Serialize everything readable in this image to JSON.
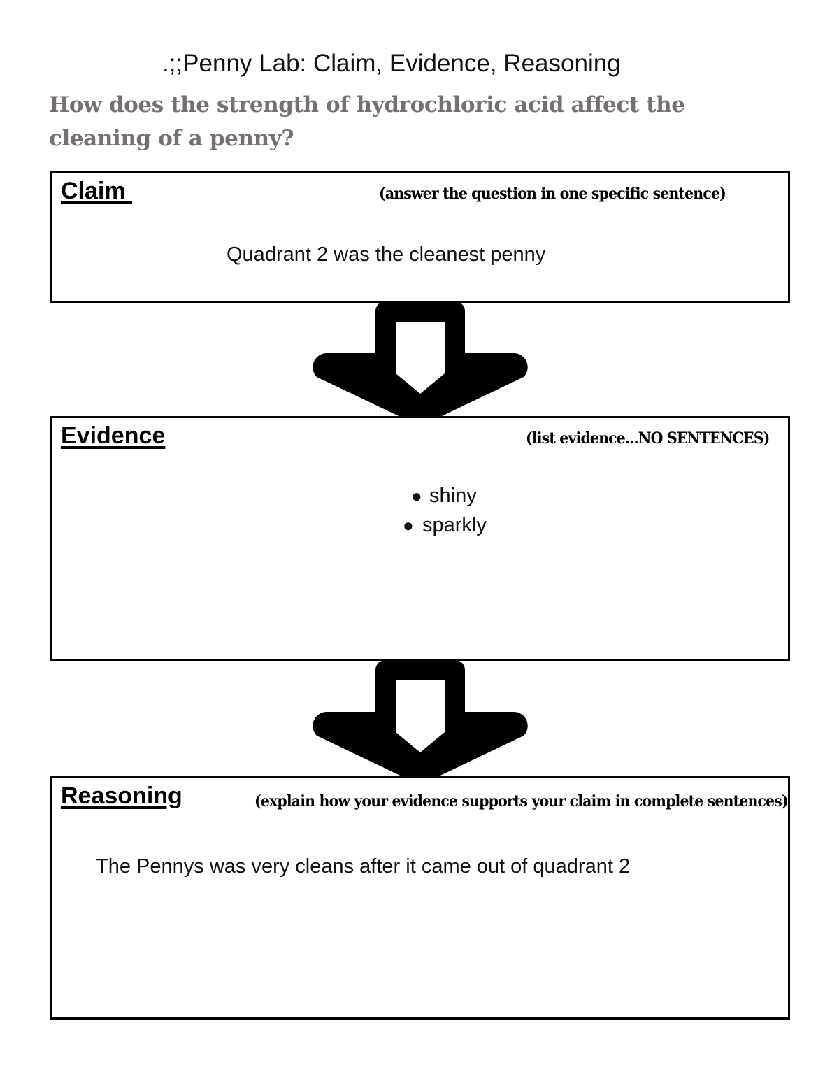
{
  "document": {
    "title": ".;;Penny Lab: Claim, Evidence, Reasoning",
    "question": "How does the strength of hydrochloric acid affect the cleaning of a penny?",
    "question_color": "#767070",
    "background_color": "#ffffff",
    "border_color": "#000000"
  },
  "sections": {
    "claim": {
      "label": "Claim ",
      "hint": "(answer the question in one specific sentence)",
      "answer": "Quadrant 2 was the cleanest penny"
    },
    "evidence": {
      "label": "Evidence",
      "hint": "(list evidence...NO SENTENCES)",
      "items": [
        "shiny",
        "sparkly"
      ],
      "bullet_glyph": "●"
    },
    "reasoning": {
      "label": "Reasoning",
      "hint": "(explain how your evidence supports your claim in complete sentences)",
      "answer": "The Pennys was very cleans after it came out of quadrant 2"
    }
  },
  "connectors": [
    {
      "name": "arrow-claim-to-evidence",
      "direction": "down",
      "style": "hollow-block-arrow"
    },
    {
      "name": "arrow-evidence-to-reasoning",
      "direction": "down",
      "style": "hollow-block-arrow"
    }
  ]
}
